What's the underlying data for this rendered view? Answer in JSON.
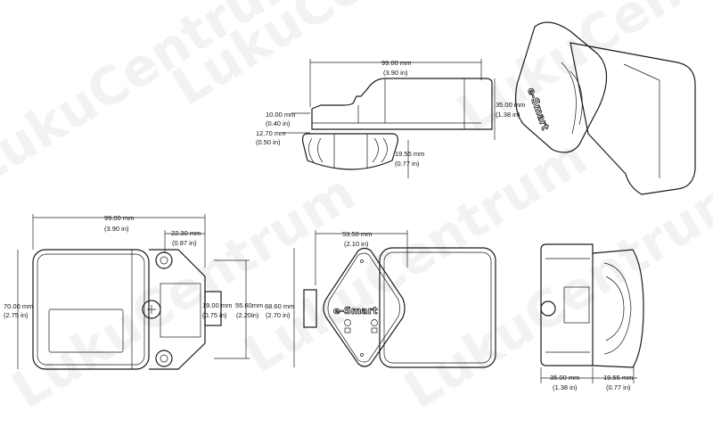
{
  "product_logo": "e-Smart",
  "watermark": "LukuCentrum",
  "side_view": {
    "length": {
      "mm": "99.00 mm",
      "in": "(3.90 in)"
    },
    "height": {
      "mm": "35.00 mm",
      "in": "(1.38 in)"
    },
    "offset_top": {
      "mm": "10.00 mm",
      "in": "(0.40 in)"
    },
    "offset_bottom": {
      "mm": "12.70 mm",
      "in": "(0.50 in)"
    },
    "knob_depth": {
      "mm": "19.55 mm",
      "in": "(0.77 in)"
    }
  },
  "back_view": {
    "length": {
      "mm": "99.00 mm",
      "in": "(3.90 in)"
    },
    "tab_width": {
      "mm": "22.30 mm",
      "in": "(0.87 in)"
    },
    "height": {
      "mm": "70.00 mm",
      "in": "(2.75 in)"
    },
    "latch_width": {
      "mm": "19.00 mm",
      "in": "(0.75 in)"
    },
    "hole_spacing": {
      "mm": "55.60mm",
      "in": "(2.20in)"
    }
  },
  "front_view": {
    "height": {
      "mm": "68.60 mm",
      "in": "(2.70 in)"
    },
    "knob_width": {
      "mm": "53.50 mm",
      "in": "(2.10 in)"
    }
  },
  "end_view": {
    "body_depth": {
      "mm": "35.00 mm",
      "in": "(1.38 in)"
    },
    "knob_depth": {
      "mm": "19.55 mm",
      "in": "(0.77 in)"
    }
  }
}
